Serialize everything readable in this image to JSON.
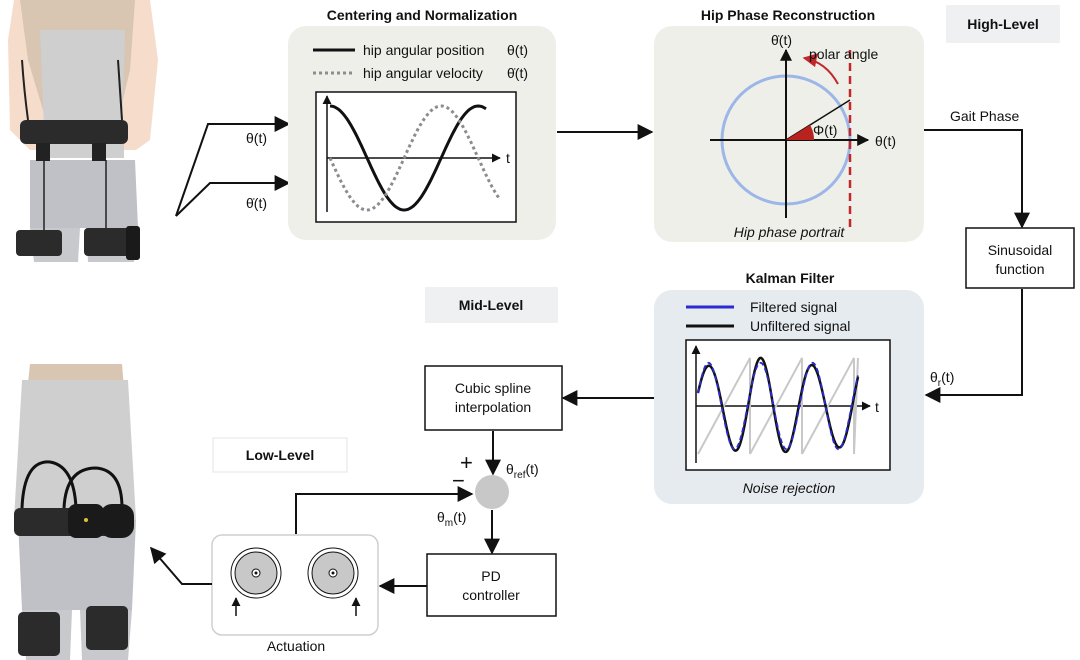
{
  "titles": {
    "centering": "Centering and Normalization",
    "hip_phase": "Hip Phase Reconstruction",
    "kalman": "Kalman Filter"
  },
  "levels": {
    "high": "High-Level",
    "mid": "Mid-Level",
    "low": "Low-Level"
  },
  "centering_panel": {
    "legend_position": "hip angular position",
    "legend_position_symbol": "θ(t)",
    "legend_velocity": "hip angular velocity",
    "legend_velocity_symbol": "θ̇(t)",
    "axis_t": "t"
  },
  "inputs": {
    "theta": "θ(t)",
    "theta_dot": "θ̇(t)"
  },
  "hip_panel": {
    "y_axis": "θ̇(t)",
    "x_axis": "θ(t)",
    "polar_angle": "polar angle",
    "phi": "Φ(t)",
    "caption": "Hip phase portrait"
  },
  "gait_phase": "Gait Phase",
  "sinusoidal": {
    "line1": "Sinusoidal",
    "line2": "function"
  },
  "theta_r": {
    "base": "θ",
    "sub": "r",
    "tail": "(t)"
  },
  "kalman_panel": {
    "legend_filtered": "Filtered signal",
    "legend_unfiltered": "Unfiltered signal",
    "axis_t": "t",
    "caption": "Noise rejection"
  },
  "spline": {
    "line1": "Cubic spline",
    "line2": "interpolation"
  },
  "theta_ref": {
    "base": "θ",
    "sub": "ref",
    "tail": "(t)"
  },
  "theta_m": {
    "base": "θ",
    "sub": "m",
    "tail": "(t)"
  },
  "plus": "+",
  "minus": "−",
  "pd": {
    "line1": "PD",
    "line2": "controller"
  },
  "actuation": "Actuation",
  "colors": {
    "panel_bg": "#efefea",
    "kalman_bg": "#e6ebef",
    "badge_bg": "#eef0f2",
    "circle_blue": "#9db6e8",
    "polar_red": "#c0282a",
    "filtered_blue": "#2b2bd6",
    "sum_gray": "#c8c8c8",
    "skin": "#f6dccb",
    "hair": "#d8c5b2",
    "shirt": "#cfcfd0",
    "pants": "#c0c1c6",
    "belt": "#2b2b2b"
  }
}
